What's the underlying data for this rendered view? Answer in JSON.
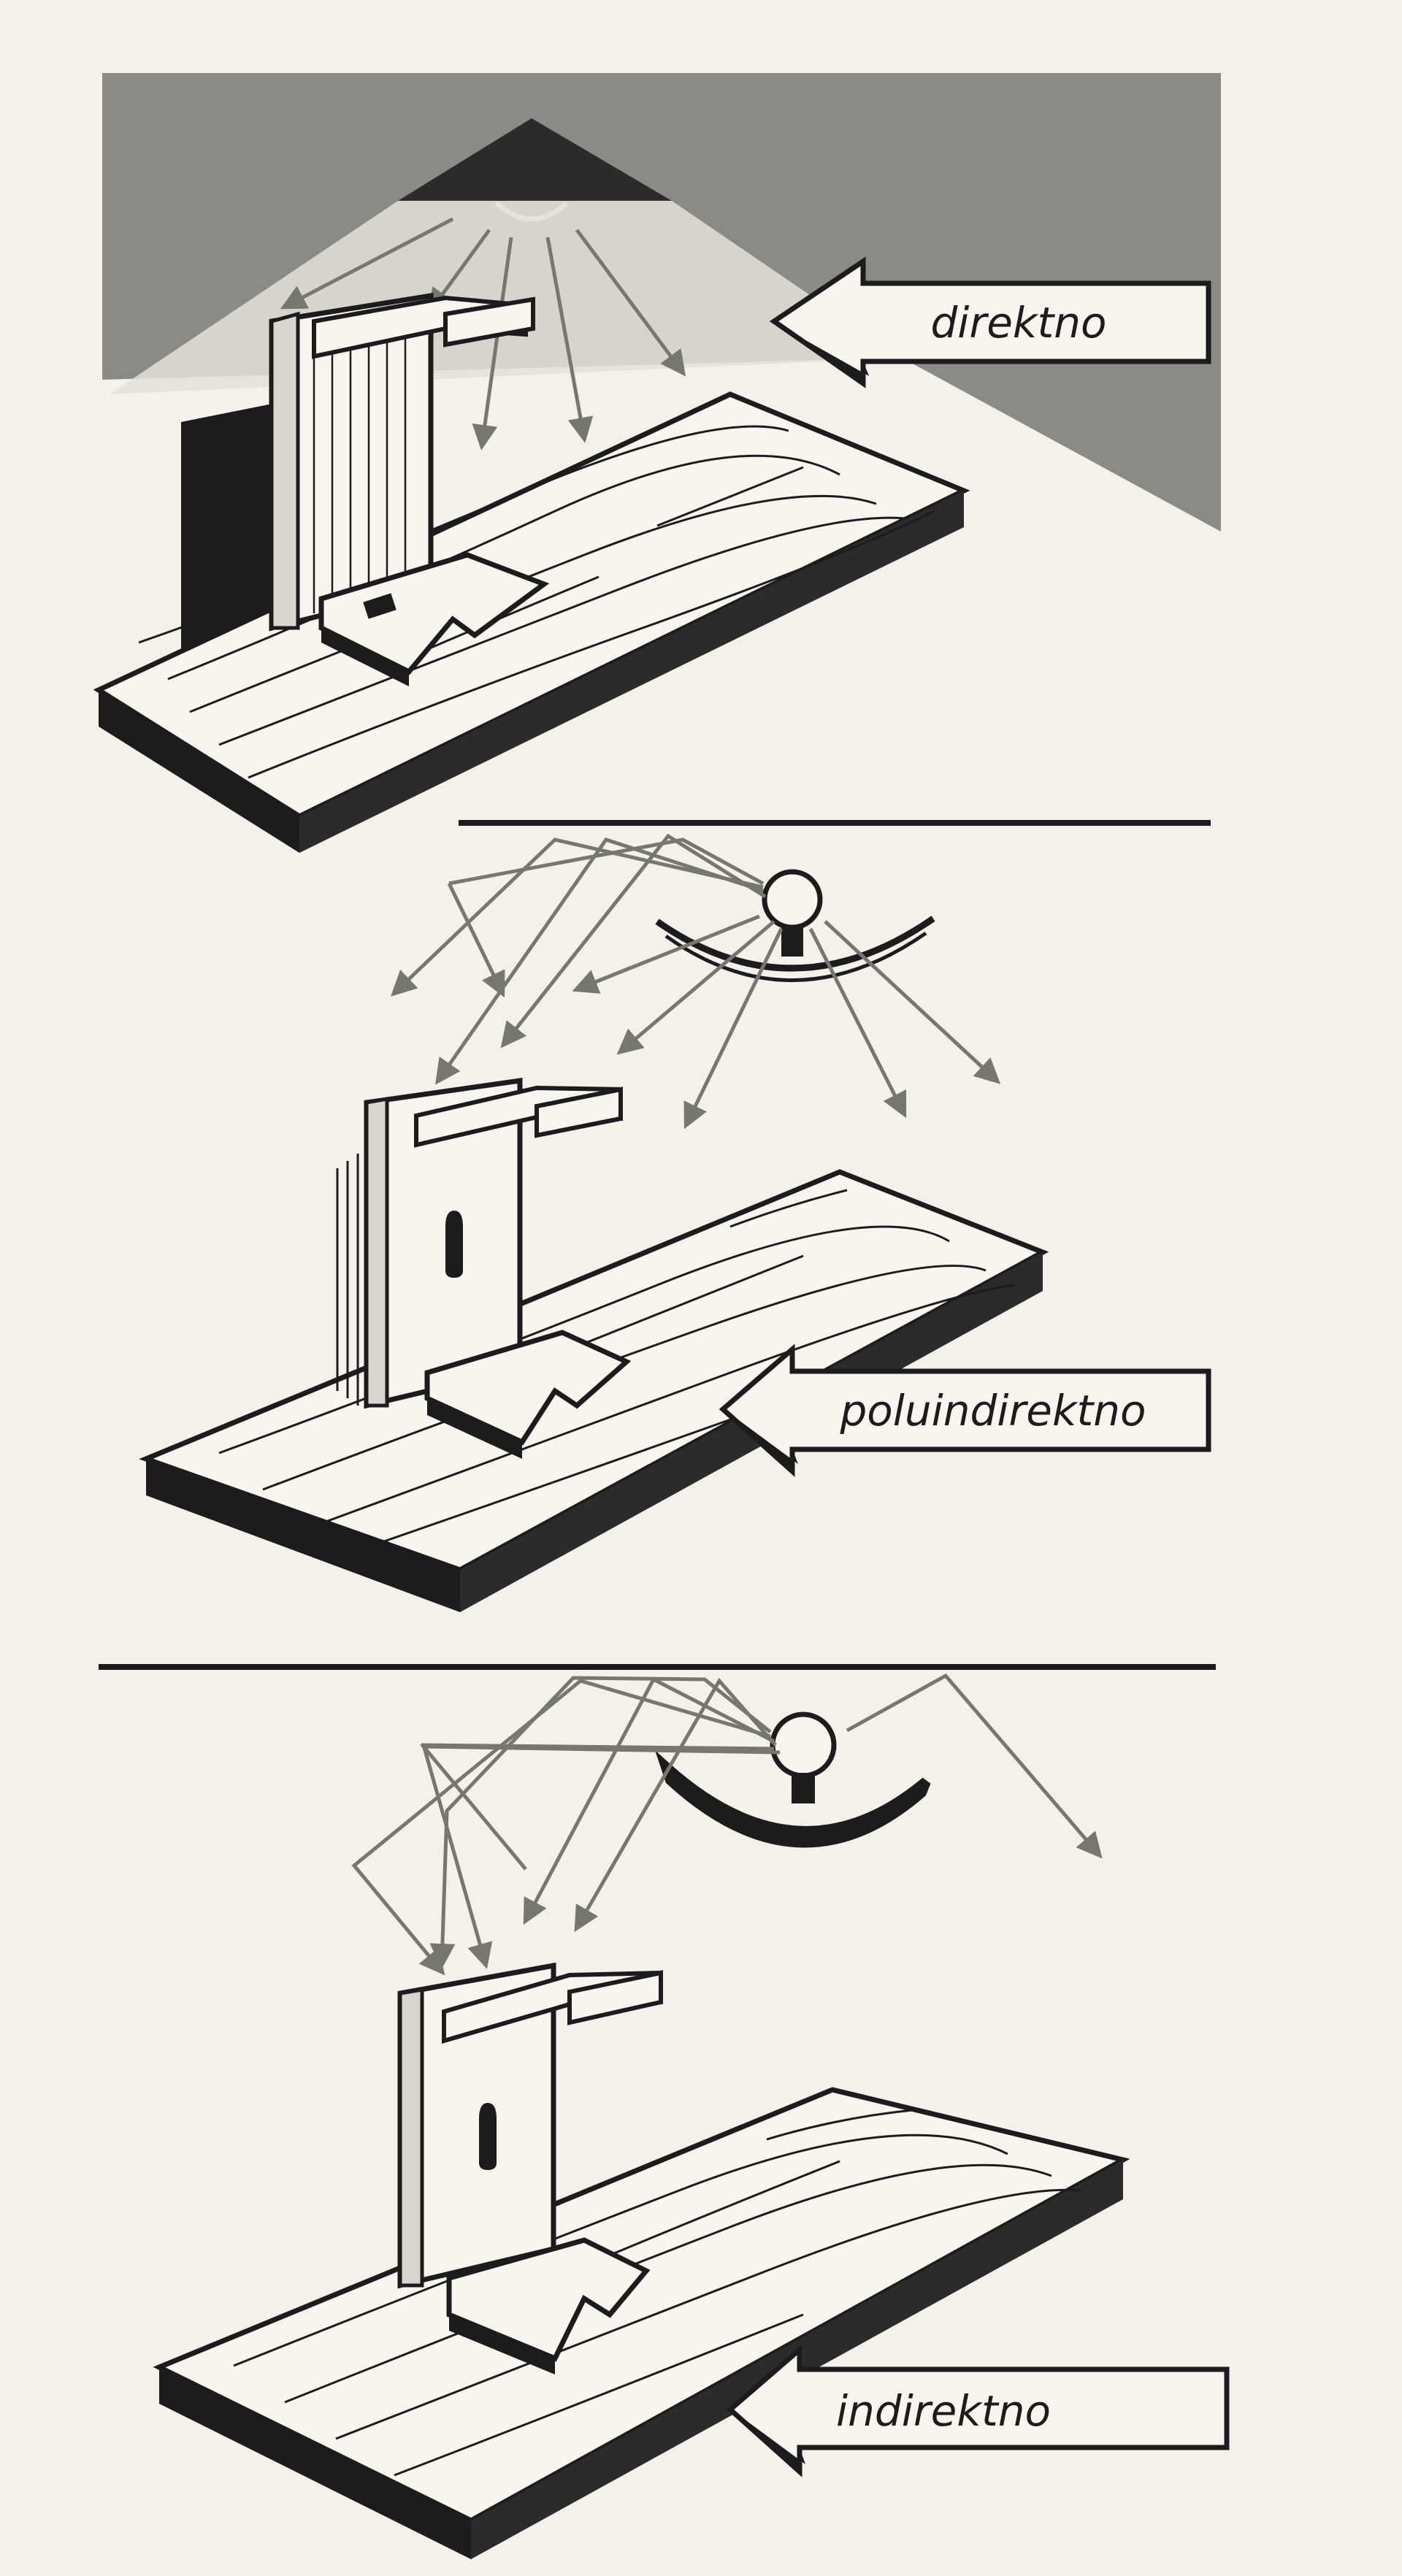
{
  "colors": {
    "paper": "#f3f1ec",
    "ink": "#1c1c1c",
    "shade": "#8a8a86",
    "dark_roof": "#2b2b2b",
    "ray": "#777772"
  },
  "panels": [
    {
      "label": "direktno"
    },
    {
      "label": "poluindirektno"
    },
    {
      "label": "indirektno"
    }
  ]
}
